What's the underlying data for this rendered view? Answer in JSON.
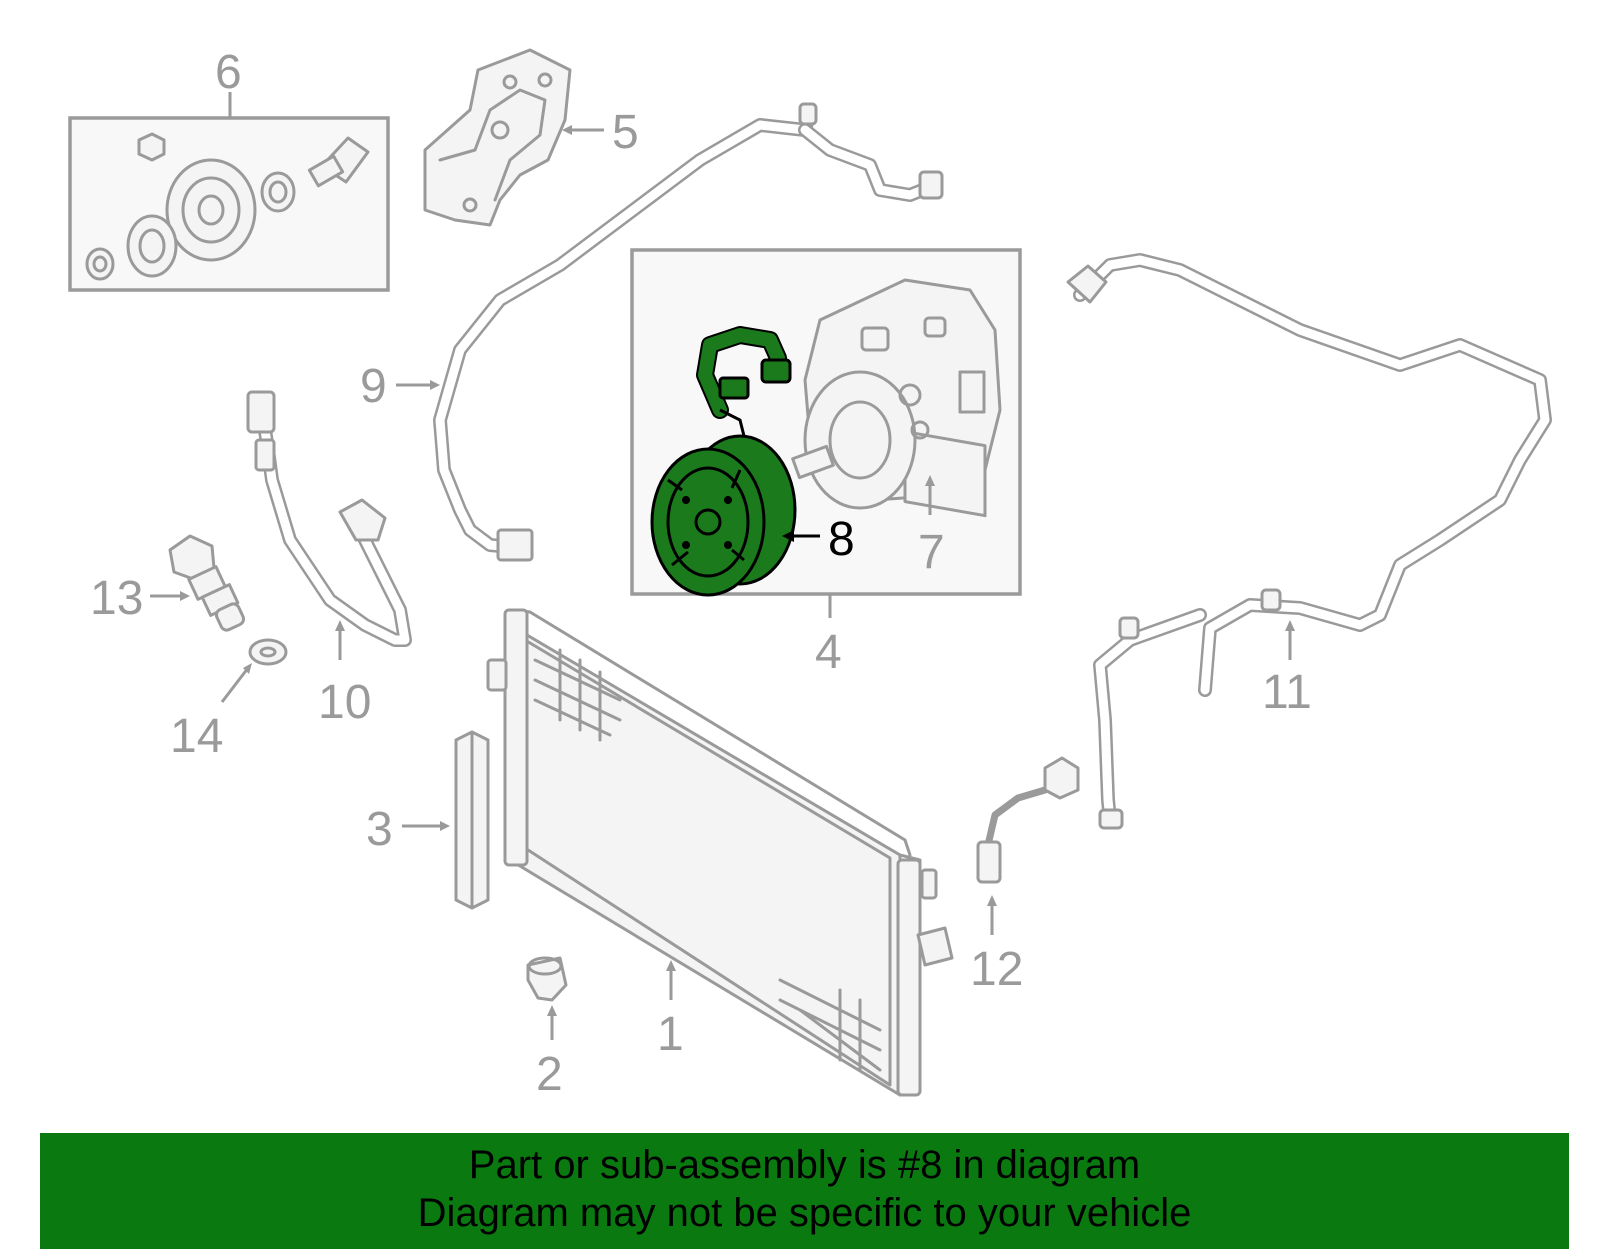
{
  "callouts": {
    "c1": "1",
    "c2": "2",
    "c3": "3",
    "c4": "4",
    "c5": "5",
    "c6": "6",
    "c7": "7",
    "c8": "8",
    "c9": "9",
    "c10": "10",
    "c11": "11",
    "c12": "12",
    "c13": "13",
    "c14": "14"
  },
  "highlighted_part": "8",
  "colors": {
    "banner_bg": "#0a7a10",
    "highlight_fill": "#1b7a1b",
    "line_gray": "#9a9a9a"
  },
  "banner": {
    "line1": "Part or sub-assembly is #8 in diagram",
    "line2": "Diagram may not be specific to your vehicle"
  }
}
